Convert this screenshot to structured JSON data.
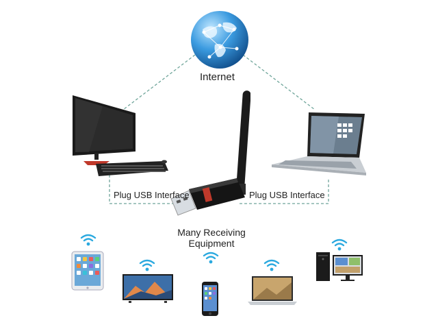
{
  "labels": {
    "internet": "Internet",
    "plug_left": "Plug USB Interface",
    "plug_right": "Plug USB Interface",
    "receiving_line1": "Many Receiving",
    "receiving_line2": "Equipment"
  },
  "colors": {
    "dashed_line": "#6fa59a",
    "wifi": "#2aa9df",
    "globe": "#2b8fd6"
  },
  "icons": {
    "globe": "globe-icon",
    "desktop": "desktop-computer-icon",
    "laptop": "laptop-icon",
    "usb_adapter": "usb-wifi-adapter-icon",
    "tablet": "tablet-icon",
    "tv": "tv-icon",
    "phone": "smartphone-icon",
    "small_laptop": "laptop-icon",
    "pc": "desktop-pc-icon",
    "wifi": "wifi-icon"
  }
}
